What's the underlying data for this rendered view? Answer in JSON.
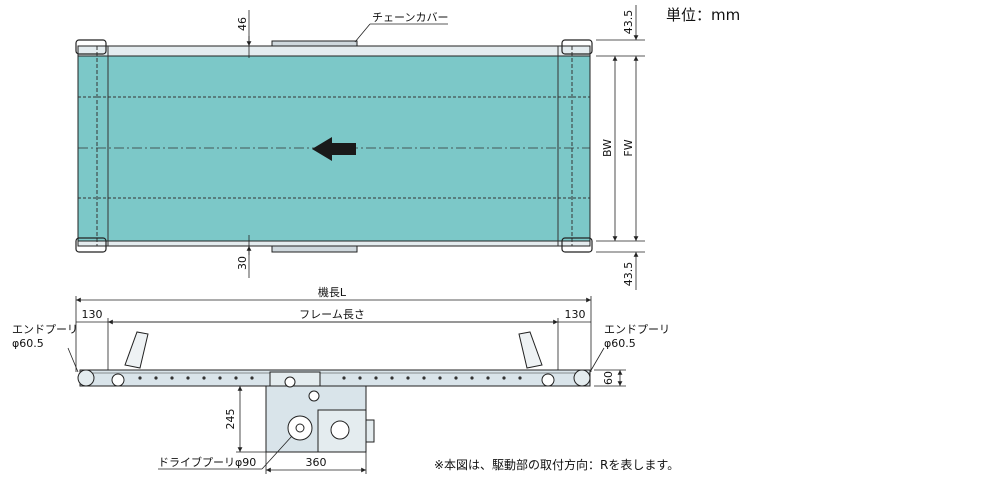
{
  "unit_label": "単位：mm",
  "top_view": {
    "dim_top_gap": "46",
    "dim_bottom_gap": "30",
    "dim_top_right": "43.5",
    "dim_bottom_right": "43.5",
    "bw_label": "BW",
    "fw_label": "FW",
    "chain_cover_label": "チェーンカバー"
  },
  "side_view": {
    "machine_length_label": "機長L",
    "frame_length_label": "フレーム長さ",
    "end_offset_left": "130",
    "end_offset_right": "130",
    "end_pulley_left_label": "エンドプーリ",
    "end_pulley_left_diameter": "φ60.5",
    "end_pulley_right_label": "エンドプーリ",
    "end_pulley_right_diameter": "φ60.5",
    "height_60": "60",
    "height_245": "245",
    "width_360": "360",
    "drive_pulley_label": "ドライブプーリφ90"
  },
  "note": "※本図は、駆動部の取付方向：Rを表します。",
  "colors": {
    "belt": "#7cc8c8",
    "frame": "#d9e4ea",
    "line": "#222222"
  }
}
